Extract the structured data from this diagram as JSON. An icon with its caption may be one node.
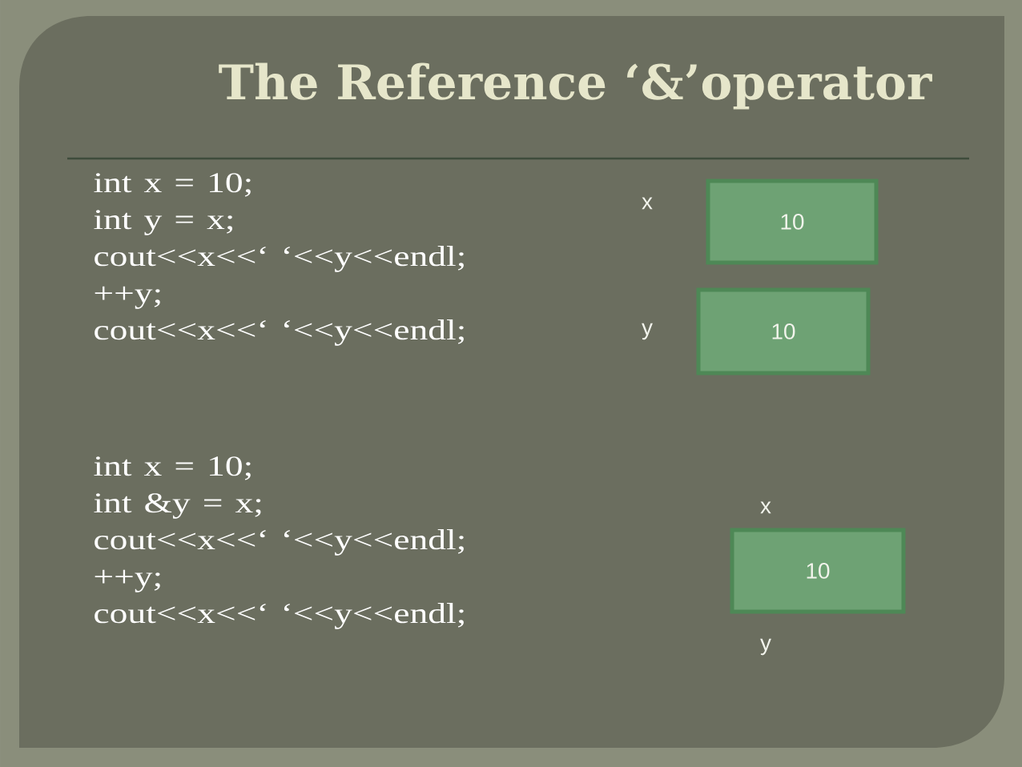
{
  "diagram": {
    "title": "The Reference ‘&’operator",
    "nodes": [
      {
        "text": [
          "10"
        ],
        "beside": [
          "x"
        ]
      },
      {
        "text": [
          "10"
        ],
        "beside": [
          "y"
        ]
      },
      {
        "text": [
          "10"
        ],
        "beside": [
          "x",
          "y"
        ]
      }
    ],
    "labels": [
      "int x = 10;",
      "int y = x;",
      "cout<<x<<‘ ‘<<y<<endl;",
      "++y;",
      "cout<<x<<‘ ‘<<y<<endl;",
      "int x = 10;",
      "int &y = x;",
      "cout<<x<<‘ ‘<<y<<endl;",
      "++y;",
      "cout<<x<<‘ ‘<<y<<endl;"
    ]
  }
}
